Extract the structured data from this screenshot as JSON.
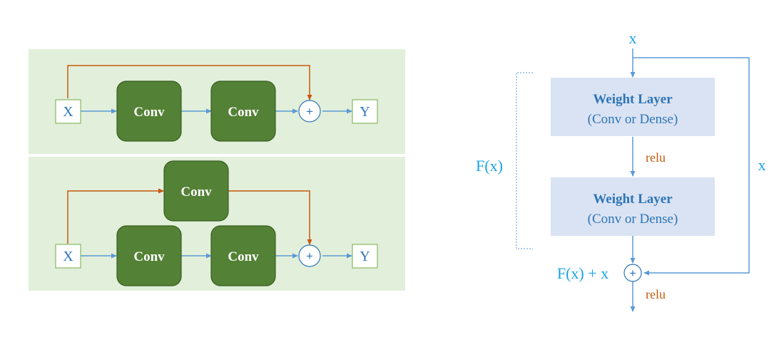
{
  "left_panel": {
    "conv_label": "Conv",
    "input_label": "X",
    "output_label": "Y",
    "add_symbol": "+"
  },
  "right_panel": {
    "input_label": "x",
    "skip_label": "x",
    "fx_label": "F(x)",
    "sum_label": "F(x) + x",
    "add_symbol": "+",
    "activation_1": "relu",
    "activation_2": "relu",
    "layer_1": {
      "title": "Weight Layer",
      "subtitle": "(Conv or Dense)"
    },
    "layer_2": {
      "title": "Weight Layer",
      "subtitle": "(Conv or Dense)"
    }
  },
  "colors": {
    "panel_bg": "#E2EFDA",
    "conv_fill": "#538135",
    "conv_border": "#3A5E25",
    "io_border": "#70AD47",
    "line_blue": "#5B9BD5",
    "skip_orange": "#C55A11",
    "weight_layer_fill": "#DAE3F3",
    "text_blue": "#2E75B6",
    "text_cyan": "#1AA3E8"
  }
}
